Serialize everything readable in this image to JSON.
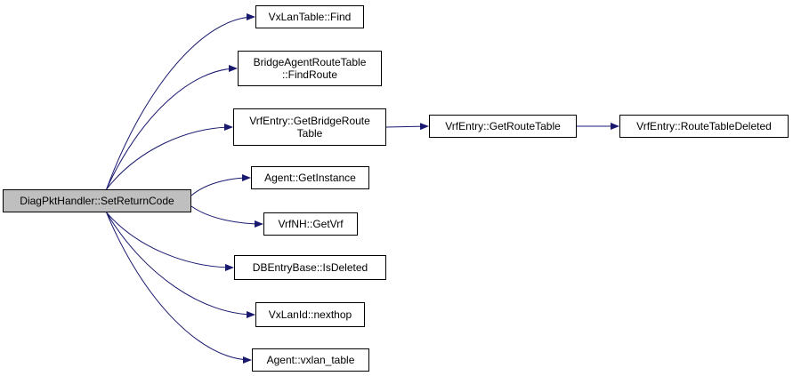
{
  "graph": {
    "root": "DiagPktHandler::SetReturnCode",
    "nodes": [
      {
        "id": "root",
        "label": "DiagPktHandler::SetReturnCode",
        "root": true
      },
      {
        "id": "find",
        "label": "VxLanTable::Find"
      },
      {
        "id": "findroute",
        "label": "BridgeAgentRouteTable\n::FindRoute"
      },
      {
        "id": "getbridge",
        "label": "VrfEntry::GetBridgeRoute\nTable"
      },
      {
        "id": "getroutetable",
        "label": "VrfEntry::GetRouteTable"
      },
      {
        "id": "routedeleted",
        "label": "VrfEntry::RouteTableDeleted"
      },
      {
        "id": "getinstance",
        "label": "Agent::GetInstance"
      },
      {
        "id": "getvrf",
        "label": "VrfNH::GetVrf"
      },
      {
        "id": "isdeleted",
        "label": "DBEntryBase::IsDeleted"
      },
      {
        "id": "nexthop",
        "label": "VxLanId::nexthop"
      },
      {
        "id": "vxlantable",
        "label": "Agent::vxlan_table"
      }
    ],
    "edges": [
      {
        "from": "root",
        "to": "find"
      },
      {
        "from": "root",
        "to": "findroute"
      },
      {
        "from": "root",
        "to": "getbridge"
      },
      {
        "from": "root",
        "to": "getinstance"
      },
      {
        "from": "root",
        "to": "getvrf"
      },
      {
        "from": "root",
        "to": "isdeleted"
      },
      {
        "from": "root",
        "to": "nexthop"
      },
      {
        "from": "root",
        "to": "vxlantable"
      },
      {
        "from": "getbridge",
        "to": "getroutetable"
      },
      {
        "from": "getroutetable",
        "to": "routedeleted"
      }
    ],
    "edge_color": "#191970"
  }
}
